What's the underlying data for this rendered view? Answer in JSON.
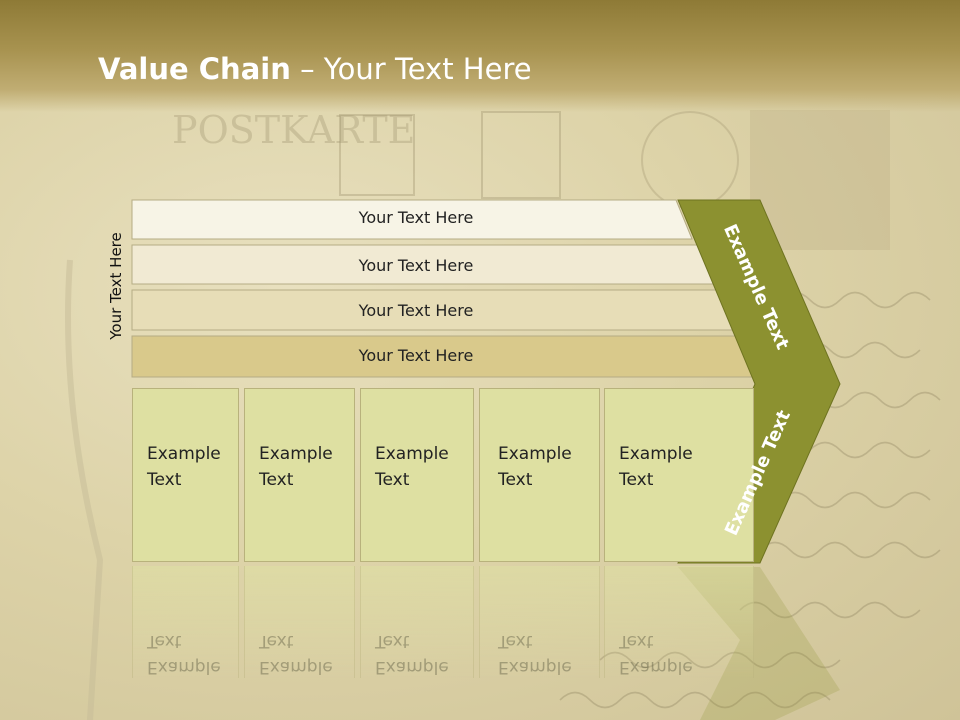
{
  "title": {
    "bold": "Value Chain",
    "rest": " – Your Text Here"
  },
  "side_label": "Your Text Here",
  "rows": [
    {
      "label": "Your Text Here"
    },
    {
      "label": "Your Text Here"
    },
    {
      "label": "Your Text Here"
    },
    {
      "label": "Your Text Here"
    }
  ],
  "boxes": [
    {
      "line1": "Example",
      "line2": "Text"
    },
    {
      "line1": "Example",
      "line2": "Text"
    },
    {
      "line1": "Example",
      "line2": "Text"
    },
    {
      "line1": "Example",
      "line2": "Text"
    },
    {
      "line1": "Example",
      "line2": "Text"
    }
  ],
  "chevron": {
    "upper_label": "Example Text",
    "lower_label": "Example Text",
    "color": "#8c9130"
  },
  "colors": {
    "row_fills": [
      "#f7f4e6",
      "#f1ead3",
      "#e7ddb7",
      "#d9c98b"
    ],
    "box_fill": "#dee0a2",
    "title_bar": "#a89350"
  }
}
